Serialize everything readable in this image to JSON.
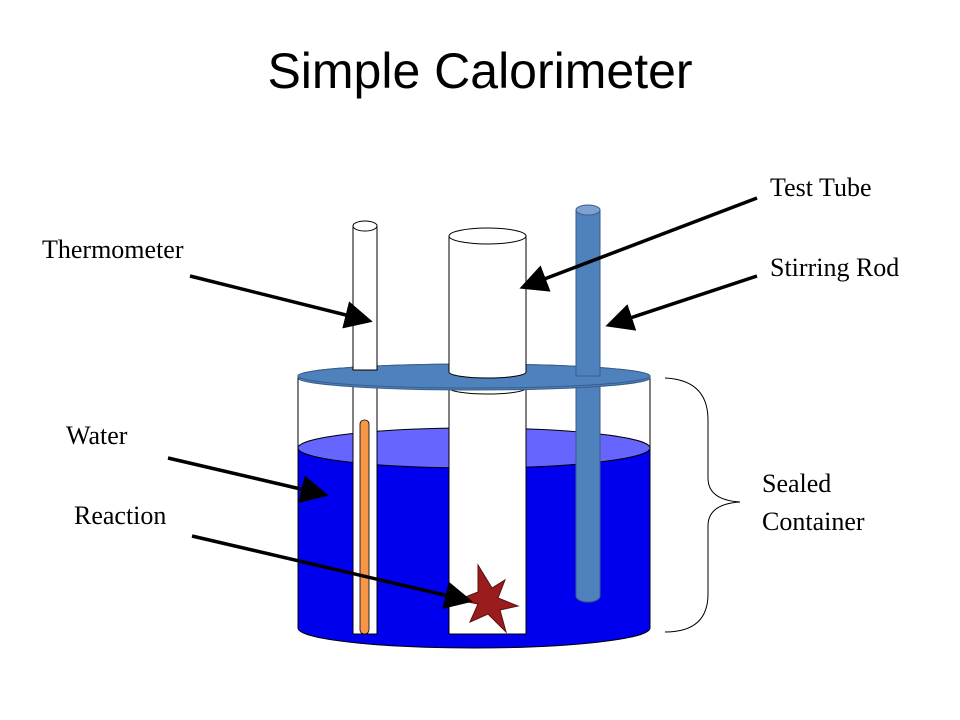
{
  "title": "Simple Calorimeter",
  "labels": {
    "test_tube": "Test Tube",
    "thermometer": "Thermometer",
    "stirring_rod": "Stirring Rod",
    "water": "Water",
    "reaction": "Reaction",
    "sealed_container_line1": "Sealed",
    "sealed_container_line2": "Container"
  },
  "colors": {
    "water": "#0000ee",
    "water_surface": "#6666ff",
    "lid": "#4f81bd",
    "stirring_rod": "#4f81bd",
    "thermometer_liquid": "#f79646",
    "reaction": "#9b1c1c",
    "outline": "#000000"
  }
}
